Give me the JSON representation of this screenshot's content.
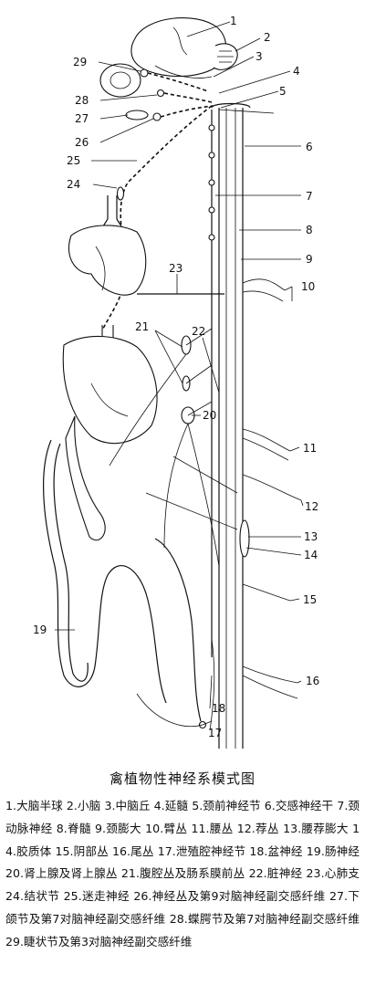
{
  "figure": {
    "title": "禽植物性神经系模式图",
    "markers": [
      "1",
      "2",
      "3",
      "4",
      "5",
      "6",
      "7",
      "8",
      "9",
      "10",
      "11",
      "12",
      "13",
      "14",
      "15",
      "16",
      "17",
      "18",
      "19",
      "20",
      "21",
      "22",
      "23",
      "24",
      "25",
      "26",
      "27",
      "28",
      "29"
    ],
    "legend": [
      {
        "num": "1.",
        "text": "大脑半球"
      },
      {
        "num": "2.",
        "text": "小脑"
      },
      {
        "num": "3.",
        "text": "中脑丘"
      },
      {
        "num": "4.",
        "text": "延髓"
      },
      {
        "num": "5.",
        "text": "颈前神经节"
      },
      {
        "num": "6.",
        "text": "交感神经干"
      },
      {
        "num": "7.",
        "text": "颈动脉神经"
      },
      {
        "num": "8.",
        "text": "脊髓"
      },
      {
        "num": "9.",
        "text": "颈膨大"
      },
      {
        "num": "10.",
        "text": "臂丛"
      },
      {
        "num": "11.",
        "text": "腰丛"
      },
      {
        "num": "12.",
        "text": "荐丛"
      },
      {
        "num": "13.",
        "text": "腰荐膨大"
      },
      {
        "num": "14.",
        "text": "胶质体"
      },
      {
        "num": "15.",
        "text": "阴部丛"
      },
      {
        "num": "16.",
        "text": "尾丛"
      },
      {
        "num": "17.",
        "text": "泄殖腔神经节"
      },
      {
        "num": "18.",
        "text": "盆神经"
      },
      {
        "num": "19.",
        "text": "肠神经"
      },
      {
        "num": "20.",
        "text": "肾上腺及肾上腺丛"
      },
      {
        "num": "21.",
        "text": "腹腔丛及肠系膜前丛"
      },
      {
        "num": "22.",
        "text": "脏神经"
      },
      {
        "num": "23.",
        "text": "心肺支"
      },
      {
        "num": "24.",
        "text": "结状节"
      },
      {
        "num": "25.",
        "text": "迷走神经"
      },
      {
        "num": "26.",
        "text": "神经丛及第9对脑神经副交感纤维"
      },
      {
        "num": "27.",
        "text": "下颌节及第7对脑神经副交感纤维"
      },
      {
        "num": "28.",
        "text": "蝶腭节及第7对脑神经副交感纤维"
      },
      {
        "num": "29.",
        "text": "睫状节及第3对脑神经副交感纤维"
      }
    ]
  }
}
